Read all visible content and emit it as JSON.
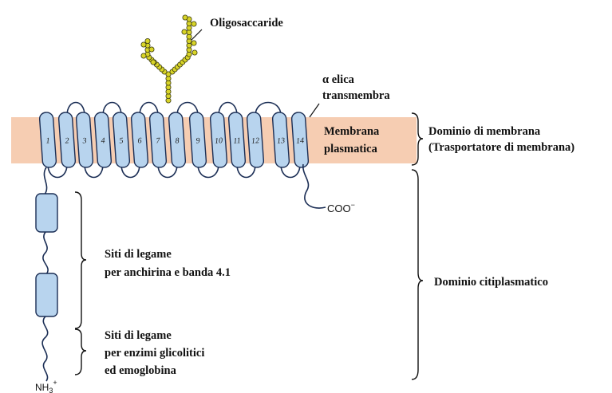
{
  "colors": {
    "membrane": "#f6cdb2",
    "helix_fill": "#b8d4ee",
    "helix_stroke": "#1b2e55",
    "oligo_fill": "#d8d428",
    "oligo_stroke": "#3a3a10",
    "ink": "#111111"
  },
  "labels": {
    "oligosaccharide": "Oligosaccaride",
    "alpha_helix_line1": "α elica",
    "alpha_helix_line2": "transmembra",
    "membrane_line1": "Membrana",
    "membrane_line2": "plasmatica",
    "membrane_domain_line1": "Dominio di membrana",
    "membrane_domain_line2": "(Trasportatore di membrana)",
    "coo_terminus": "COO",
    "coo_charge": "−",
    "ankyrin_sites_line1": "Siti di legame",
    "ankyrin_sites_line2": "per anchirina e banda 4.1",
    "cytoplasmic_domain": "Dominio citiplasmatico",
    "glycolytic_sites_line1": "Siti di legame",
    "glycolytic_sites_line2": "per enzimi glicolitici",
    "glycolytic_sites_line3": "ed emoglobina",
    "nh3_terminus": "NH",
    "nh3_subscript": "3",
    "nh3_charge": "+"
  },
  "helix_numbers": [
    "1",
    "2",
    "3",
    "4",
    "5",
    "6",
    "7",
    "8",
    "9",
    "10",
    "11",
    "12",
    "13",
    "14"
  ]
}
